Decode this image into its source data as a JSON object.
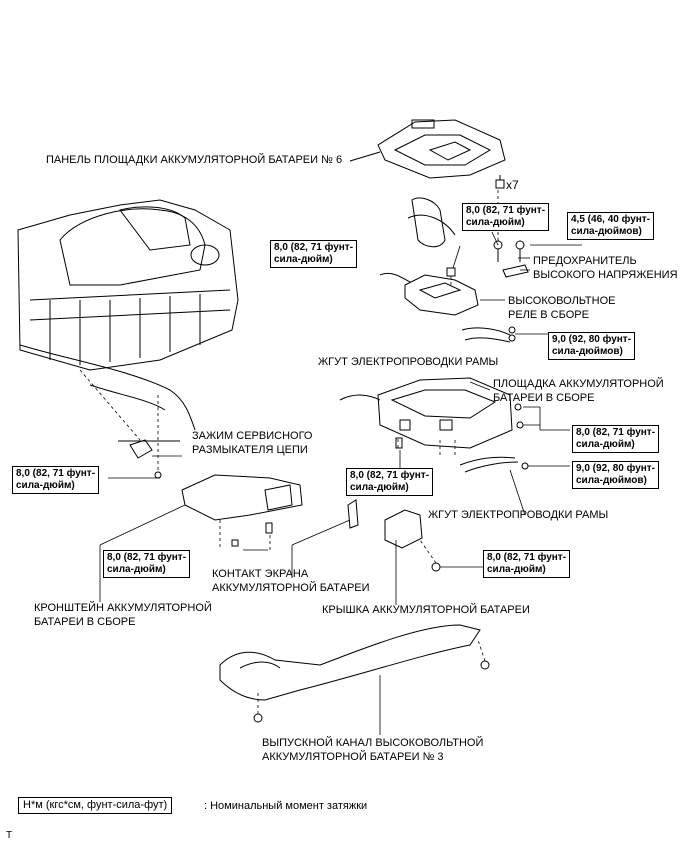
{
  "parts": {
    "panel": "ПАНЕЛЬ ПЛОЩАДКИ АККУМУЛЯТОРНОЙ БАТАРЕИ № 6",
    "qty": "x7",
    "fuse_line1": "ПРЕДОХРАНИТЕЛЬ",
    "fuse_line2": "ВЫСОКОГО НАПРЯЖЕНИЯ",
    "relay_line1": "ВЫСОКОВОЛЬТНОЕ",
    "relay_line2": "РЕЛЕ В СБОРЕ",
    "harness1": "ЖГУТ ЭЛЕКТРОПРОВОДКИ РАМЫ",
    "tray_line1": "ПЛОЩАДКА АККУМУЛЯТОРНОЙ",
    "tray_line2": "БАТАРЕИ В СБОРЕ",
    "clamp_line1": "ЗАЖИМ СЕРВИСНОГО",
    "clamp_line2": "РАЗМЫКАТЕЛЯ ЦЕПИ",
    "harness2": "ЖГУТ ЭЛЕКТРОПРОВОДКИ РАМЫ",
    "shield_line1": "КОНТАКТ ЭКРАНА",
    "shield_line2": "АККУМУЛЯТОРНОЙ БАТАРЕИ",
    "bracket_line1": "КРОНШТЕЙН АККУМУЛЯТОРНОЙ",
    "bracket_line2": "БАТАРЕИ В СБОРЕ",
    "cover": "КРЫШКА АККУМУЛЯТОРНОЙ БАТАРЕИ",
    "duct_line1": "ВЫПУСКНОЙ КАНАЛ ВЫСОКОВОЛЬТНОЙ",
    "duct_line2": "АККУМУЛЯТОРНОЙ БАТАРЕИ № 3"
  },
  "torques": {
    "t1": [
      "8,0 (82, 71 фунт-",
      "сила-дюйм)"
    ],
    "t2": [
      "4,5 (46, 40 фунт-",
      "сила-дюймов)"
    ],
    "t3": [
      "8,0 (82, 71 фунт-",
      "сила-дюйм)"
    ],
    "t4": [
      "9,0 (92, 80 фунт-",
      "сила-дюймов)"
    ],
    "t5": [
      "8,0 (82, 71 фунт-",
      "сила-дюйм)"
    ],
    "t6": [
      "8,0 (82, 71 фунт-",
      "сила-дюйм)"
    ],
    "t7": [
      "8,0 (82, 71 фунт-",
      "сила-дюйм)"
    ],
    "t8": [
      "9,0 (92, 80 фунт-",
      "сила-дюймов)"
    ],
    "t9": [
      "8,0 (82, 71 фунт-",
      "сила-дюйм)"
    ],
    "t10": [
      "8,0 (82, 71 фунт-",
      "сила-дюйм)"
    ]
  },
  "legend": {
    "unit": "Н*м (кгс*см, фунт-сила-фут)",
    "text": ": Номинальный момент затяжки"
  },
  "corner_mark": "T"
}
